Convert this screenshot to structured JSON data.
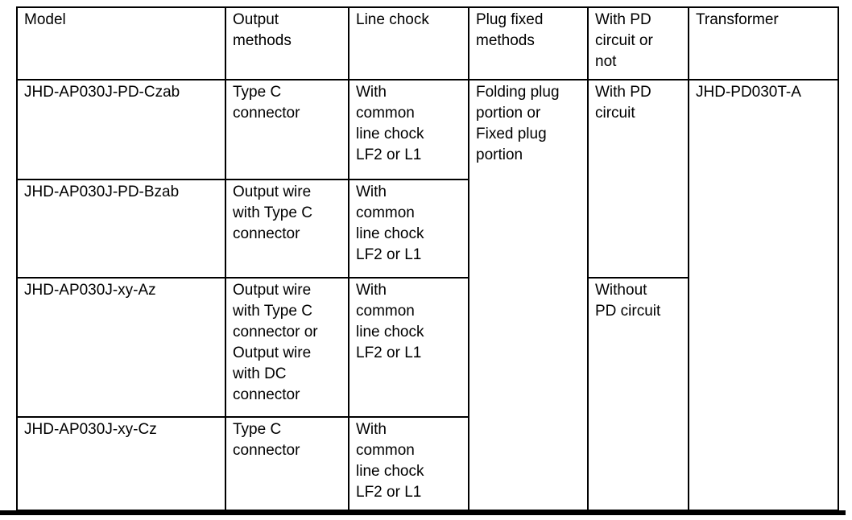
{
  "document": {
    "table": {
      "headers": {
        "model": "Model",
        "output_methods": "Output\nmethods",
        "line_chock": "Line chock",
        "plug_fixed_methods": "Plug fixed\nmethods",
        "pd_circuit": "With PD\ncircuit or\nnot",
        "transformer": "Transformer"
      },
      "rows": [
        {
          "model": "JHD-AP030J-PD-Czab",
          "output_method": "Type C\nconnector",
          "line_chock": "With\ncommon\nline chock\nLF2 or L1"
        },
        {
          "model": "JHD-AP030J-PD-Bzab",
          "output_method": "Output wire\nwith Type C\nconnector",
          "line_chock": "With\ncommon\nline chock\nLF2 or L1"
        },
        {
          "model": "JHD-AP030J-xy-Az",
          "output_method": "Output wire\nwith Type C\nconnector or\nOutput wire\nwith DC\nconnector",
          "line_chock": "With\ncommon\nline chock\nLF2 or L1"
        },
        {
          "model": "JHD-AP030J-xy-Cz",
          "output_method": "Type C\nconnector",
          "line_chock": "With\ncommon\nline chock\nLF2 or L1"
        }
      ],
      "merged_cells": {
        "plug_fixed_method": "Folding plug\nportion or\nFixed plug\nportion",
        "with_pd_circuit": "With PD\ncircuit",
        "without_pd_circuit": "Without\nPD circuit",
        "transformer_model": "JHD-PD030T-A"
      }
    },
    "colors": {
      "text": "#000000",
      "border": "#000000",
      "background": "#ffffff"
    }
  }
}
